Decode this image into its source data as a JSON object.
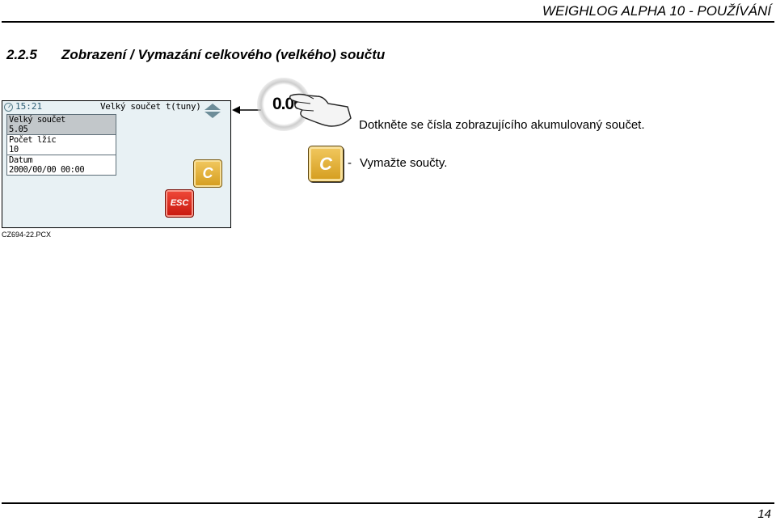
{
  "header": {
    "title": "WEIGHLOG ALPHA 10 - POUŽÍVÁNÍ"
  },
  "section": {
    "number": "2.2.5",
    "title": "Zobrazení / Vymazání celkového (velkého) součtu"
  },
  "screen": {
    "time": "15:21",
    "mode": "Velký součet t(tuny)",
    "items": [
      {
        "label": "Velký součet",
        "value": "5.05"
      },
      {
        "label": "Počet lžic",
        "value": "10"
      },
      {
        "label": "Datum",
        "value": "2000/00/00 00:00"
      }
    ],
    "key_c": "C",
    "key_esc": "ESC"
  },
  "touch": {
    "number": "0.00"
  },
  "instructions": {
    "touch_text": "Dotkněte se čísla zobrazujícího akumulovaný součet.",
    "key_c": "C",
    "step_dash": "-",
    "step_text": "Vymažte součty."
  },
  "image_ref": "CZ694-22.PCX",
  "footer": {
    "page_number": "14"
  },
  "colors": {
    "key_c": "#e0ad35",
    "key_esc": "#e02a1c",
    "screen_bg": "#e8f1f4",
    "selected_row": "#c2c7ca"
  }
}
